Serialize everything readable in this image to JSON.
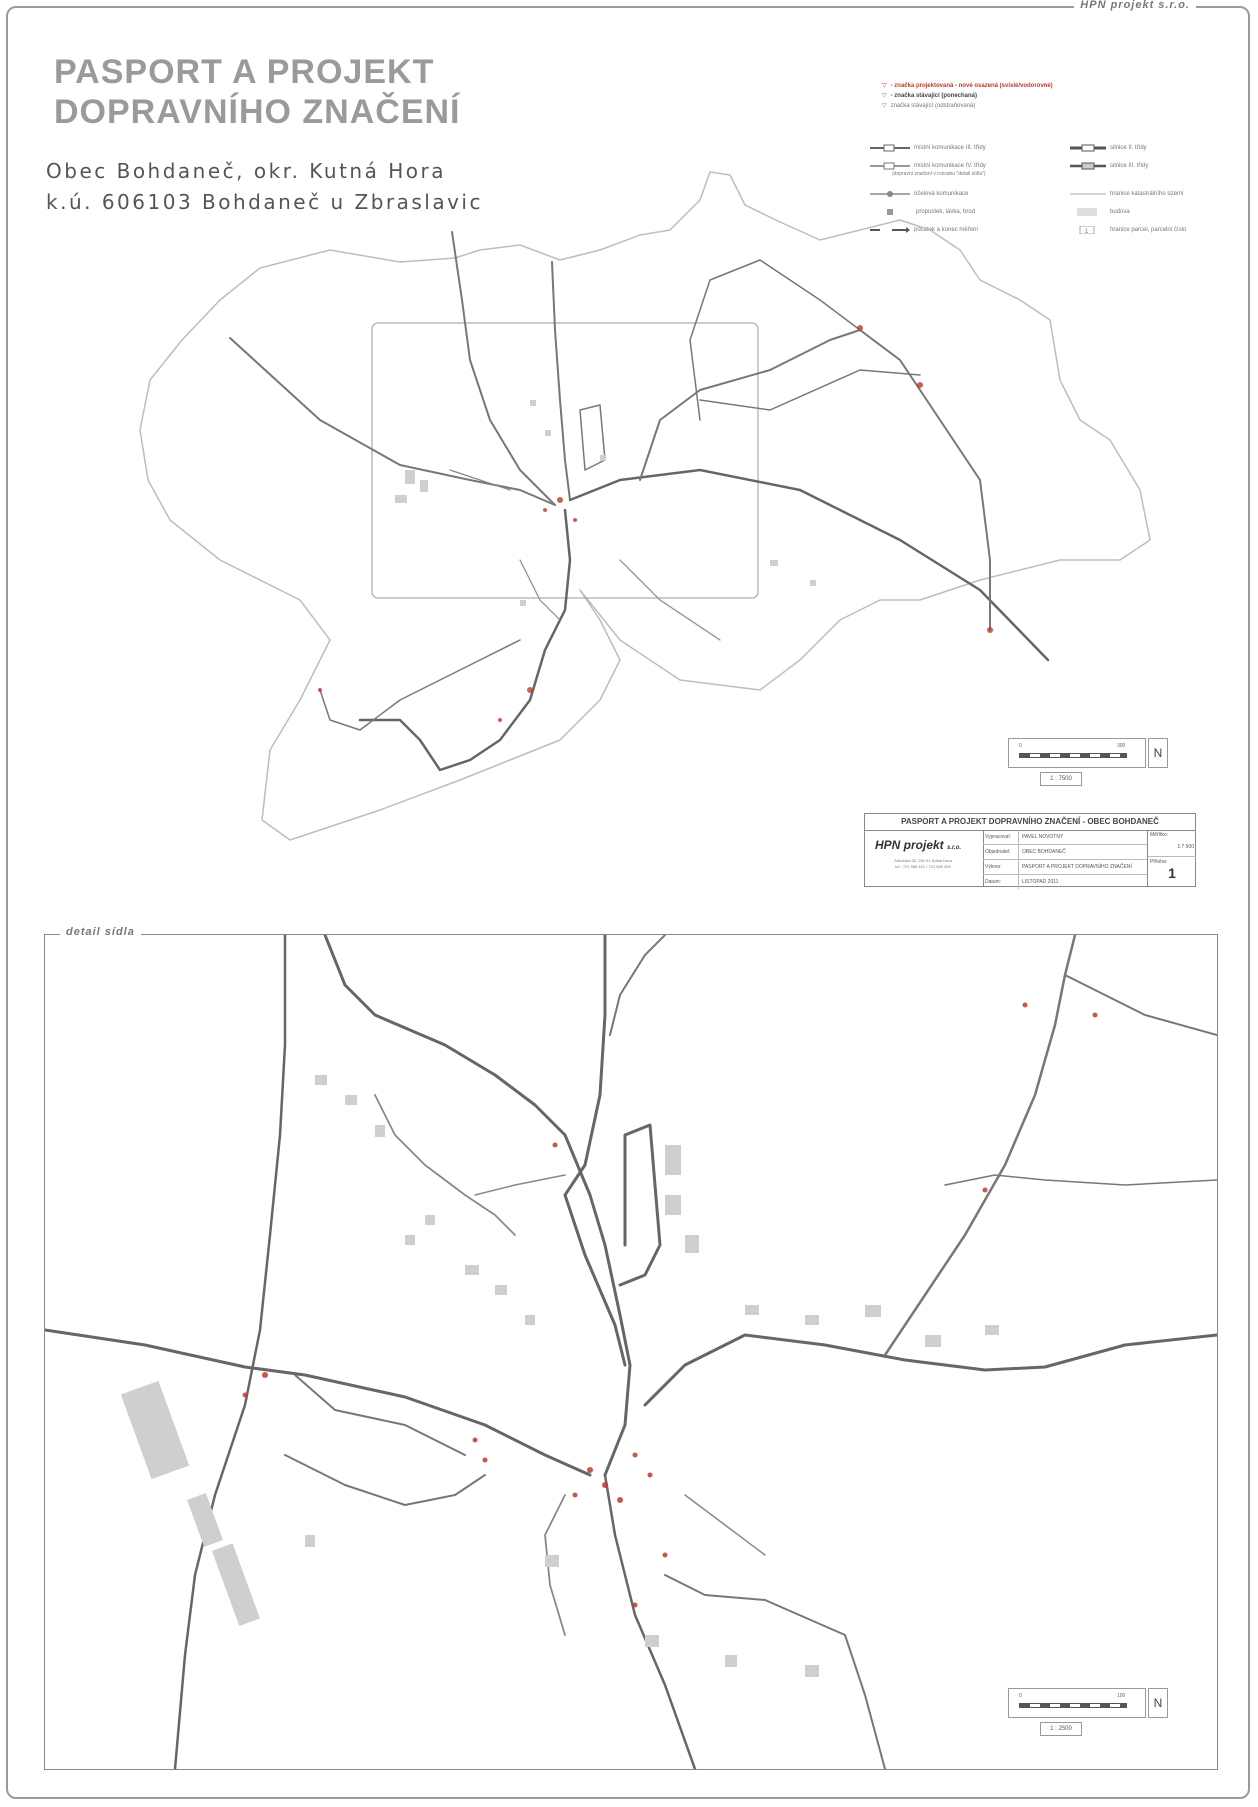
{
  "sheet": {
    "company_tag": "HPN projekt s.r.o.",
    "title_line1": "PASPORT A PROJEKT",
    "title_line2": "DOPRAVNÍHO ZNAČENÍ",
    "subtitle_line1": "Obec Bohdaneč, okr. Kutná Hora",
    "subtitle_line2": "k.ú. 606103 Bohdaneč u Zbraslavic"
  },
  "legend": {
    "items": [
      {
        "label": "- značka projektovaná - nové osazená (svislé/vodorovné)",
        "style": "red",
        "icon": "sign-triangle-icon"
      },
      {
        "label": "- značka stávající (ponechaná)",
        "style": "bold",
        "icon": "sign-triangle-icon"
      },
      {
        "label": "značka stávající (odstraňovaná)",
        "style": "normal",
        "icon": "sign-triangle-icon"
      },
      {
        "label": "místní komunikace III. třídy",
        "icon": "road-line-icon"
      },
      {
        "label": "silnice II. třídy",
        "icon": "road-line-icon"
      },
      {
        "label": "místní komunikace IV. třídy",
        "icon": "road-line-icon"
      },
      {
        "label": "(dopravní značení v rozsahu \"detail sídla\")",
        "icon": "none"
      },
      {
        "label": "silnice III. třídy",
        "icon": "road-line-icon"
      },
      {
        "label": "účelová komunikace",
        "icon": "road-line-icon"
      },
      {
        "label": "hranice katastrálního území",
        "icon": "boundary-line-icon"
      },
      {
        "label": "propustek, lávka, brod",
        "icon": "culvert-icon"
      },
      {
        "label": "budova",
        "icon": "building-icon"
      },
      {
        "label": "počátek a konec měření",
        "icon": "arrow-icon"
      },
      {
        "label": "hranice parcel, parcelní číslo",
        "icon": "parcel-icon"
      }
    ]
  },
  "map_overview": {
    "scale_label": "1 : 7500",
    "scale_start": "0",
    "scale_end": "300",
    "north_symbol": "N"
  },
  "titleblock": {
    "heading": "PASPORT A PROJEKT DOPRAVNÍHO ZNAČENÍ - OBEC BOHDANEČ",
    "company": "HPN projekt",
    "company_suffix": "s.r.o.",
    "address": "Sokolská 30, 284 01 Kutná Hora",
    "contact": "tel.: 721 555 421 / 721 555 426",
    "rows": [
      {
        "k": "Vypracoval:",
        "v": "PAVEL NOVOTNÝ"
      },
      {
        "k": "Objednatel:",
        "v": "OBEC BOHDANEČ"
      },
      {
        "k": "Výkres:",
        "v": "PASPORT A PROJEKT DOPRAVNÍHO ZNAČENÍ"
      },
      {
        "k": "Datum:",
        "v": "LISTOPAD 2011"
      }
    ],
    "scale_label": "Měřítko:",
    "scale_value": "1:7 500",
    "sheet_label": "Příloha:",
    "sheet_value": "1"
  },
  "detail": {
    "label": "detail sídla",
    "scale_label": "1 : 2500",
    "scale_start": "0",
    "scale_end": "100",
    "north_symbol": "N"
  }
}
